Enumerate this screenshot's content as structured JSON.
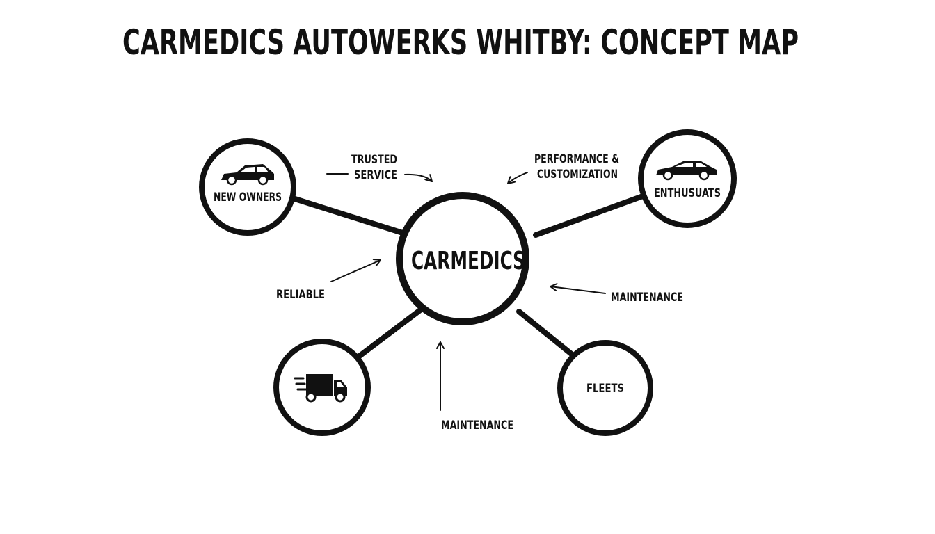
{
  "title": "CARMEDICS AUTOWERKS WHITBY: CONCEPT MAP",
  "center": {
    "label": "CARMEDICS"
  },
  "nodes": {
    "new_owners": {
      "label": "NEW OWNERS",
      "icon": "sedan-car-icon"
    },
    "enthusiasts": {
      "label": "ENTHUSUATS",
      "icon": "sports-car-icon"
    },
    "delivery": {
      "label": "",
      "icon": "delivery-truck-icon"
    },
    "fleets": {
      "label": "FLEETS"
    }
  },
  "labels": {
    "trusted_line1": "TRUSTED",
    "trusted_line2": "SERVICE",
    "performance_line1": "PERFORMANCE &",
    "performance_line2": "CUSTOMIZATION",
    "reliable": "RELIABLE",
    "maintenance_right": "MAINTENANCE",
    "maintenance_bottom": "MAINTENANCE"
  },
  "colors": {
    "ink": "#111111",
    "background": "#ffffff"
  }
}
